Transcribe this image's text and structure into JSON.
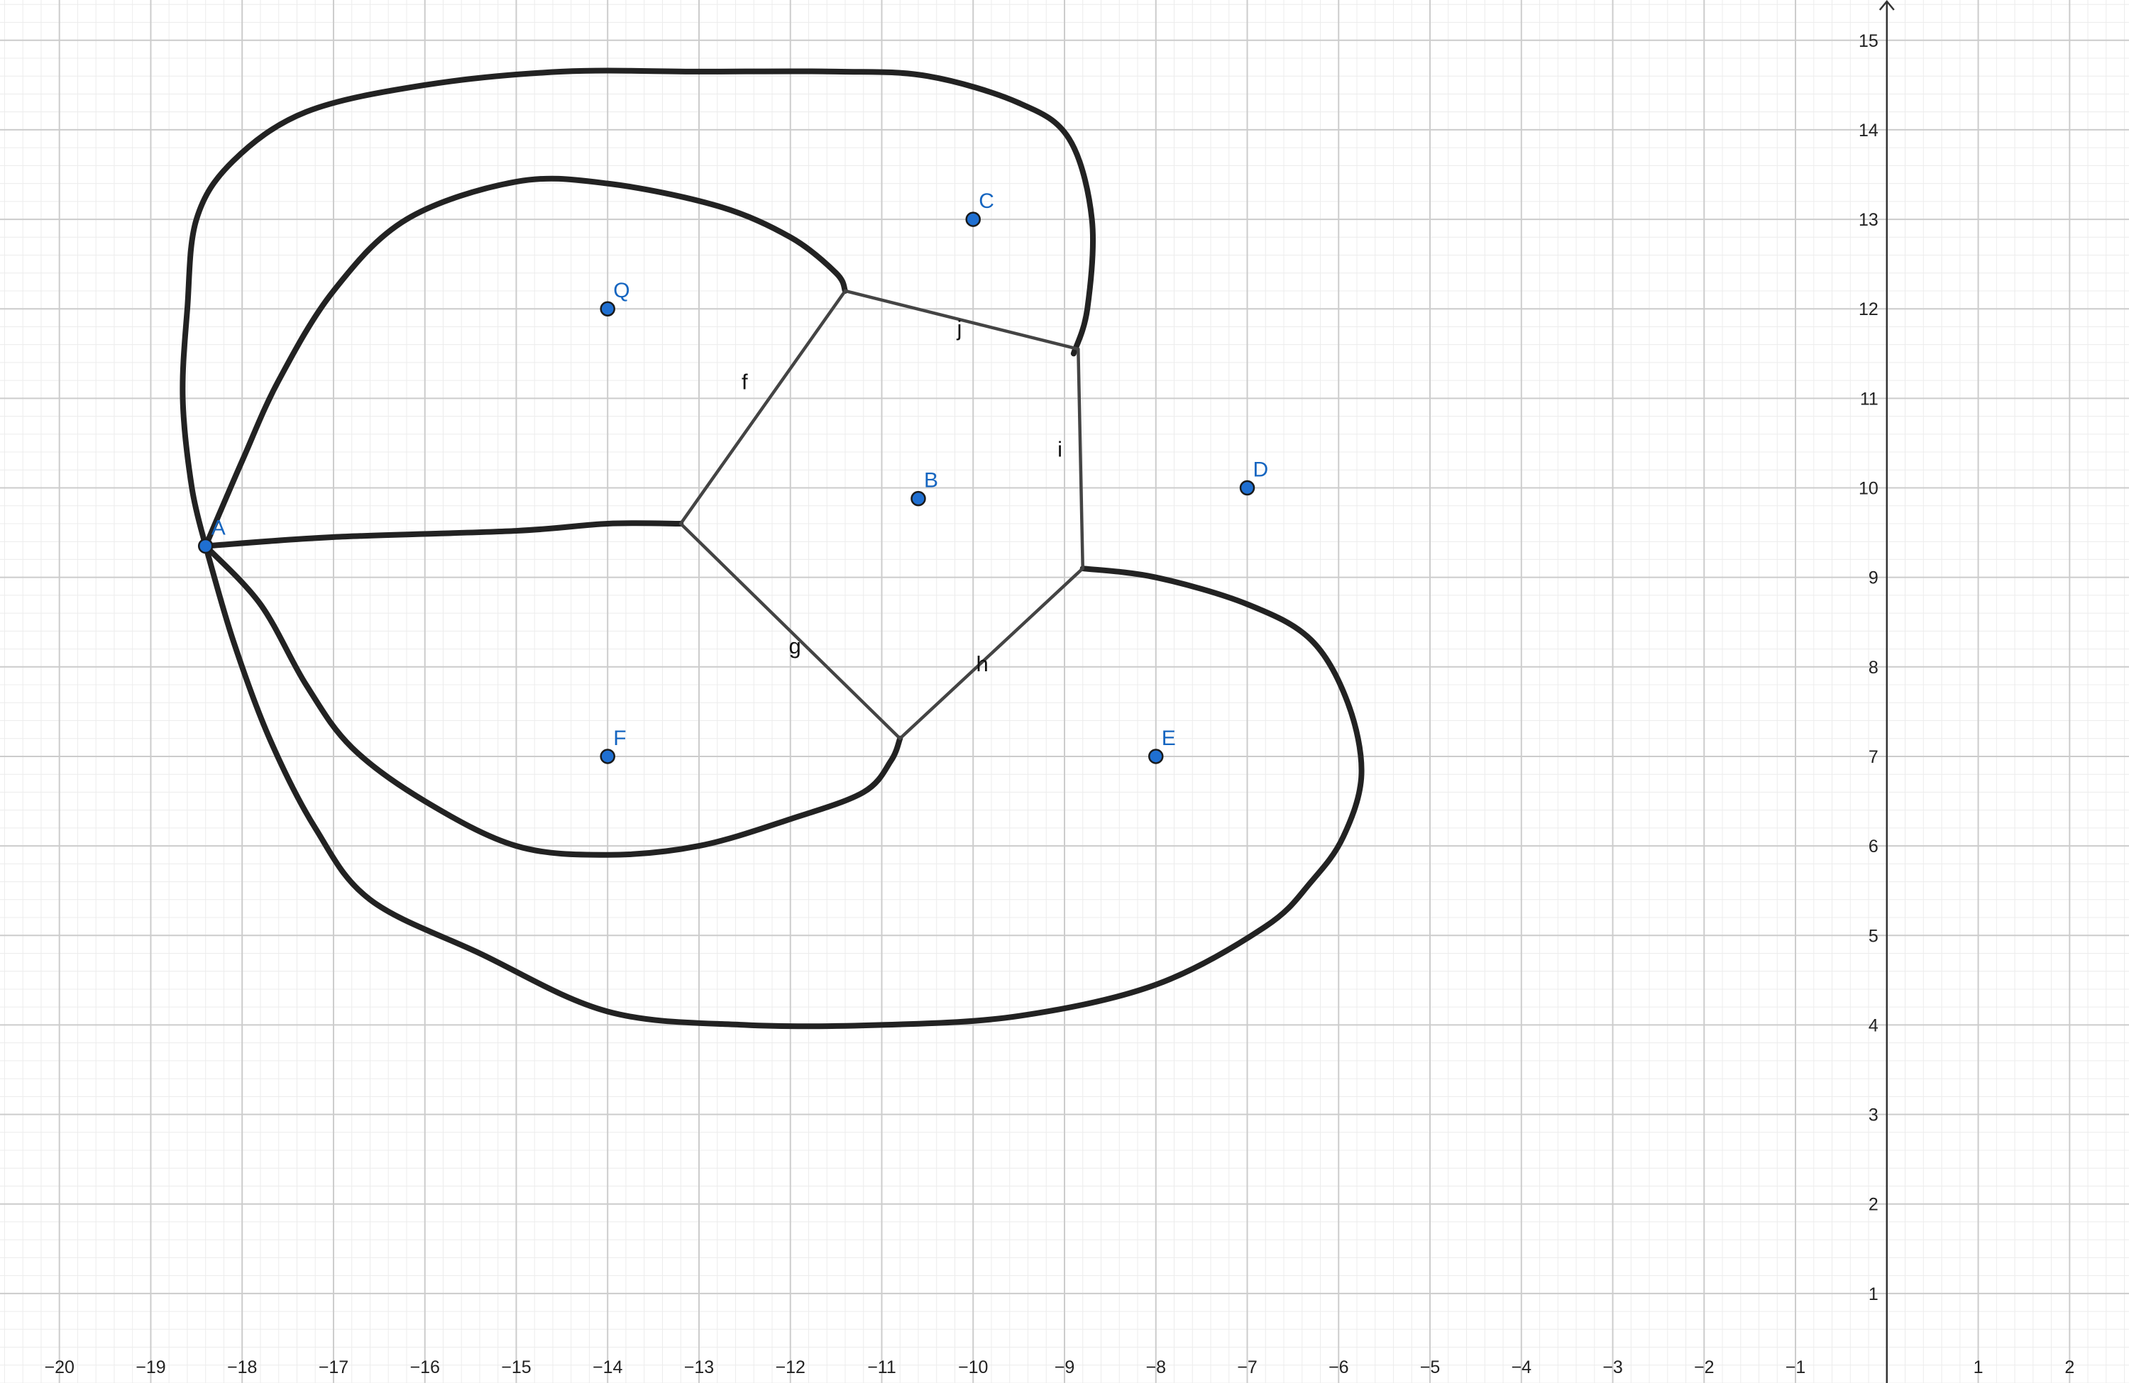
{
  "axes": {
    "x_range": [
      -20.65,
      2.65
    ],
    "y_range": [
      0.0,
      15.45
    ],
    "major_step": 1,
    "minor_per_major": 5,
    "x_ticks": [
      -20,
      -19,
      -18,
      -17,
      -16,
      -15,
      -14,
      -13,
      -12,
      -11,
      -10,
      -9,
      -8,
      -7,
      -6,
      -5,
      -4,
      -3,
      -2,
      -1,
      1,
      2
    ],
    "y_ticks": [
      1,
      2,
      3,
      4,
      5,
      6,
      7,
      8,
      9,
      10,
      11,
      12,
      13,
      14,
      15
    ],
    "grid": true
  },
  "colors": {
    "point_fill": "#1f6fd1",
    "point_label": "#1565c0",
    "curve": "#222222",
    "segment": "#444444",
    "grid_minor": "#ececec",
    "grid_major": "#cccccc",
    "axis": "#333333"
  },
  "points": [
    {
      "name": "A",
      "x": -18.4,
      "y": 9.35
    },
    {
      "name": "B",
      "x": -10.6,
      "y": 9.88
    },
    {
      "name": "C",
      "x": -10.0,
      "y": 13.0
    },
    {
      "name": "D",
      "x": -7.0,
      "y": 10.0
    },
    {
      "name": "E",
      "x": -8.0,
      "y": 7.0
    },
    {
      "name": "F",
      "x": -14.0,
      "y": 7.0
    },
    {
      "name": "Q",
      "x": -14.0,
      "y": 12.0
    }
  ],
  "segments": [
    {
      "name": "f",
      "from": [
        -13.2,
        9.6
      ],
      "to": [
        -11.4,
        12.2
      ],
      "label_at": [
        -12.5,
        11.1
      ]
    },
    {
      "name": "g",
      "from": [
        -13.2,
        9.6
      ],
      "to": [
        -10.8,
        7.2
      ],
      "label_at": [
        -11.95,
        8.15
      ]
    },
    {
      "name": "h",
      "from": [
        -10.8,
        7.2
      ],
      "to": [
        -8.8,
        9.1
      ],
      "label_at": [
        -9.9,
        7.95
      ]
    },
    {
      "name": "i",
      "from": [
        -8.85,
        11.55
      ],
      "to": [
        -8.8,
        9.1
      ],
      "label_at": [
        -9.05,
        10.35
      ]
    },
    {
      "name": "j",
      "from": [
        -11.4,
        12.2
      ],
      "to": [
        -8.85,
        11.55
      ],
      "label_at": [
        -10.15,
        11.7
      ]
    }
  ],
  "curves": [
    {
      "name": "outer-top-curve",
      "points": [
        [
          -18.4,
          9.35
        ],
        [
          -18.55,
          10.0
        ],
        [
          -18.65,
          11.0
        ],
        [
          -18.6,
          12.0
        ],
        [
          -18.5,
          13.0
        ],
        [
          -18.1,
          13.65
        ],
        [
          -17.3,
          14.2
        ],
        [
          -16.0,
          14.5
        ],
        [
          -14.5,
          14.65
        ],
        [
          -13.0,
          14.65
        ],
        [
          -11.5,
          14.65
        ],
        [
          -10.5,
          14.6
        ],
        [
          -9.5,
          14.3
        ],
        [
          -8.95,
          13.9
        ],
        [
          -8.7,
          13.0
        ],
        [
          -8.75,
          12.0
        ],
        [
          -8.9,
          11.5
        ]
      ]
    },
    {
      "name": "inner-top-curve",
      "points": [
        [
          -18.4,
          9.35
        ],
        [
          -18.0,
          10.3
        ],
        [
          -17.6,
          11.2
        ],
        [
          -17.0,
          12.2
        ],
        [
          -16.2,
          13.0
        ],
        [
          -15.0,
          13.42
        ],
        [
          -14.0,
          13.4
        ],
        [
          -12.8,
          13.15
        ],
        [
          -12.0,
          12.8
        ],
        [
          -11.5,
          12.4
        ],
        [
          -11.4,
          12.2
        ]
      ]
    },
    {
      "name": "middle-curve",
      "points": [
        [
          -18.4,
          9.35
        ],
        [
          -17.0,
          9.45
        ],
        [
          -15.0,
          9.52
        ],
        [
          -14.0,
          9.6
        ],
        [
          -13.2,
          9.6
        ]
      ]
    },
    {
      "name": "inner-bottom-curve",
      "points": [
        [
          -18.4,
          9.35
        ],
        [
          -17.8,
          8.7
        ],
        [
          -17.3,
          7.8
        ],
        [
          -16.8,
          7.1
        ],
        [
          -16.0,
          6.5
        ],
        [
          -15.0,
          6.0
        ],
        [
          -14.0,
          5.9
        ],
        [
          -13.0,
          6.0
        ],
        [
          -12.0,
          6.3
        ],
        [
          -11.2,
          6.6
        ],
        [
          -10.9,
          6.95
        ],
        [
          -10.8,
          7.2
        ]
      ]
    },
    {
      "name": "outer-bottom-curve",
      "points": [
        [
          -18.4,
          9.35
        ],
        [
          -18.1,
          8.3
        ],
        [
          -17.7,
          7.2
        ],
        [
          -17.2,
          6.2
        ],
        [
          -16.6,
          5.4
        ],
        [
          -15.4,
          4.8
        ],
        [
          -14.0,
          4.15
        ],
        [
          -12.5,
          4.0
        ],
        [
          -11.0,
          4.0
        ],
        [
          -9.5,
          4.1
        ],
        [
          -8.0,
          4.45
        ],
        [
          -6.8,
          5.1
        ],
        [
          -6.3,
          5.6
        ],
        [
          -5.95,
          6.1
        ],
        [
          -5.75,
          6.8
        ],
        [
          -5.9,
          7.6
        ],
        [
          -6.3,
          8.3
        ],
        [
          -7.0,
          8.7
        ],
        [
          -8.0,
          9.0
        ],
        [
          -8.8,
          9.1
        ]
      ]
    }
  ]
}
